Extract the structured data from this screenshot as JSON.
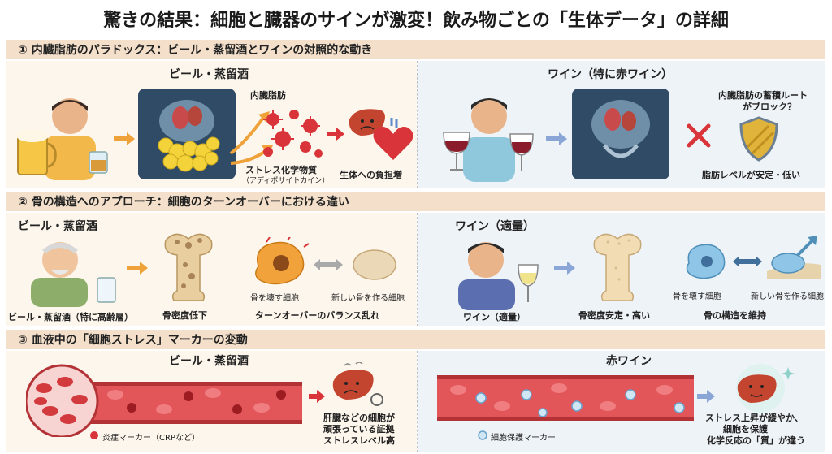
{
  "title": "驚きの結果：細胞と臓器のサインが激変！飲み物ごとの「生体データ」の詳細",
  "section1": {
    "header": "① 内臓脂肪のパラドックス：ビール・蒸留酒とワインの対照的な動き",
    "left": {
      "title": "ビール・蒸留酒",
      "label_visceral_fat": "内臓脂肪",
      "label_stress_1": "ストレス化学物質",
      "label_stress_2": "（アディポサイトカイン）",
      "label_burden": "生体への負担増"
    },
    "right": {
      "title": "ワイン（特に赤ワイン）",
      "label_route_1": "内臓脂肪の蓄積ルート",
      "label_route_2": "がブロック？",
      "label_stable": "脂肪レベルが安定・低い"
    }
  },
  "section2": {
    "header": "② 骨の構造へのアプローチ：細胞のターンオーバーにおける違い",
    "left": {
      "title": "ビール・蒸留酒",
      "label_person": "ビール・蒸留酒（特に高齢層）",
      "label_density": "骨密度低下",
      "label_break": "骨を壊す細胞",
      "label_make": "新しい骨を作る細胞",
      "label_balance": "ターンオーバーのバランス乱れ"
    },
    "right": {
      "title": "ワイン（適量）",
      "label_person": "ワイン（適量）",
      "label_density": "骨密度安定・高い",
      "label_break": "骨を壊す細胞",
      "label_make": "新しい骨を作る細胞",
      "label_maintain": "骨の構造を維持"
    }
  },
  "section3": {
    "header": "③ 血液中の「細胞ストレス」マーカーの変動",
    "left": {
      "title": "ビール・蒸留酒",
      "label_marker": "炎症マーカー（CRPなど）",
      "label_organ_1": "肝臓などの細胞が",
      "label_organ_2": "頑張っている証拠",
      "label_organ_3": "ストレスレベル高"
    },
    "right": {
      "title": "赤ワイン",
      "label_marker": "細胞保護マーカー",
      "label_organ_1": "ストレス上昇が緩やか、",
      "label_organ_2": "細胞を保護",
      "label_organ_3": "化学反応の「質」が違う"
    }
  },
  "colors": {
    "header_bg": "#f3dfca",
    "left_bg": "#fdf6ec",
    "right_bg": "#eef3f8",
    "arrow_orange": "#f0a23a",
    "arrow_blue": "#8aa6d6"
  }
}
